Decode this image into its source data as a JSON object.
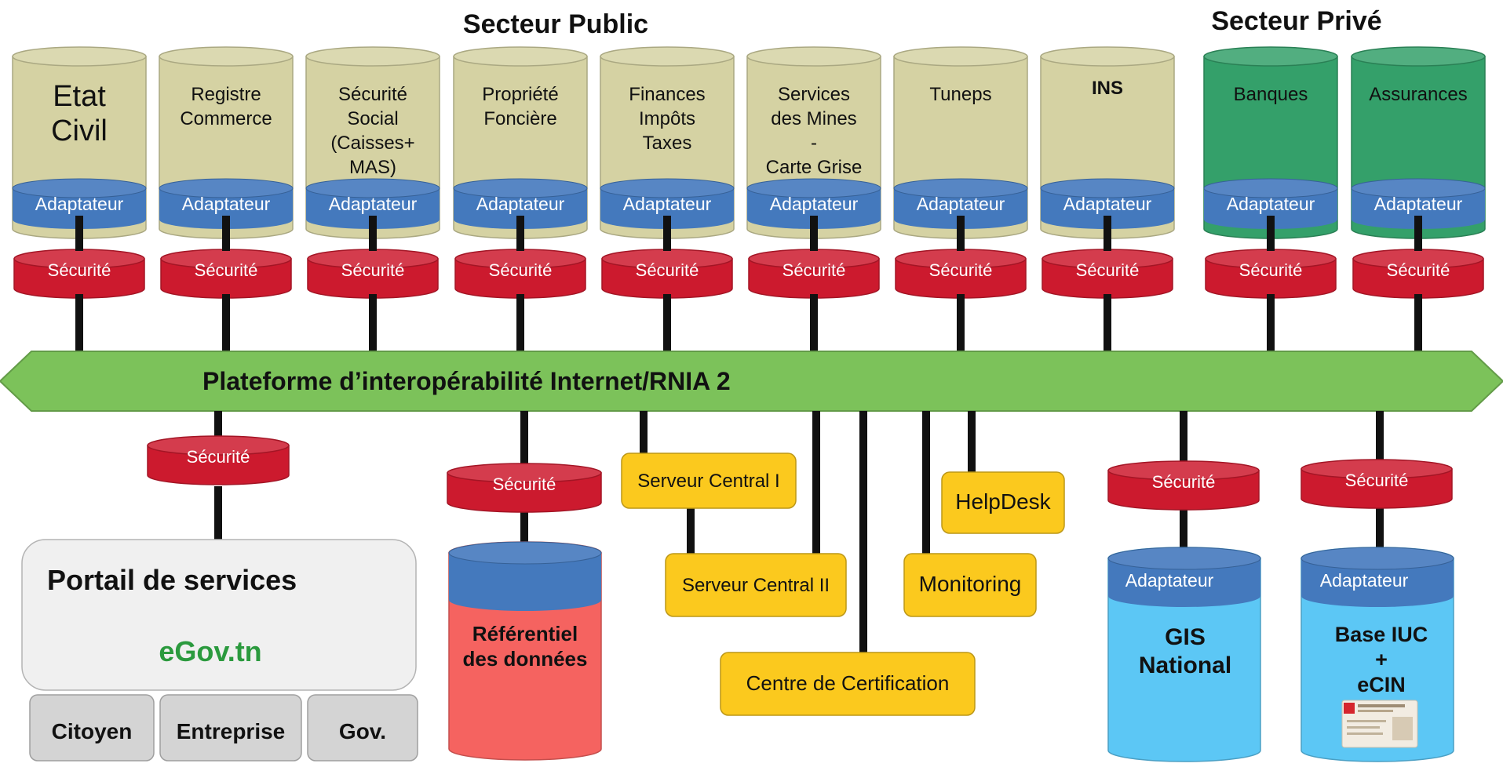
{
  "headers": {
    "public": "Secteur Public",
    "private": "Secteur Privé"
  },
  "colors": {
    "public_db": "#d5d2a3",
    "private_db": "#34a06a",
    "adapter": "#4479bd",
    "security": "#cc1a2e",
    "platform": "#7cc25a",
    "server_box": "#fbc91e",
    "referentiel": "#f56360",
    "light_blue_db": "#5cc7f5",
    "portal": "#f0f0f0",
    "egov_text": "#2b9a3e"
  },
  "top_databases": [
    {
      "id": "etat-civil",
      "lines": [
        "Etat",
        "Civil"
      ],
      "sector": "public",
      "adapter": "Adaptateur",
      "security": "Sécurité"
    },
    {
      "id": "registre-commerce",
      "lines": [
        "Registre",
        "Commerce"
      ],
      "sector": "public",
      "adapter": "Adaptateur",
      "security": "Sécurité"
    },
    {
      "id": "securite-social",
      "lines": [
        "Sécurité",
        "Social",
        "(Caisses+",
        "MAS)"
      ],
      "sector": "public",
      "adapter": "Adaptateur",
      "security": "Sécurité"
    },
    {
      "id": "propriete-fonciere",
      "lines": [
        "Propriété",
        "Foncière"
      ],
      "sector": "public",
      "adapter": "Adaptateur",
      "security": "Sécurité"
    },
    {
      "id": "finances",
      "lines": [
        "Finances",
        "Impôts",
        "Taxes"
      ],
      "sector": "public",
      "adapter": "Adaptateur",
      "security": "Sécurité"
    },
    {
      "id": "services-mines",
      "lines": [
        "Services",
        "des Mines",
        "-",
        "Carte Grise"
      ],
      "sector": "public",
      "adapter": "Adaptateur",
      "security": "Sécurité"
    },
    {
      "id": "tuneps",
      "lines": [
        "Tuneps"
      ],
      "sector": "public",
      "adapter": "Adaptateur",
      "security": "Sécurité"
    },
    {
      "id": "ins",
      "lines": [
        "INS"
      ],
      "sector": "public",
      "adapter": "Adaptateur",
      "security": "Sécurité"
    },
    {
      "id": "banques",
      "lines": [
        "Banques"
      ],
      "sector": "private",
      "adapter": "Adaptateur",
      "security": "Sécurité"
    },
    {
      "id": "assurances",
      "lines": [
        "Assurances"
      ],
      "sector": "private",
      "adapter": "Adaptateur",
      "security": "Sécurité"
    }
  ],
  "platform": {
    "label": "Plateforme d’interopérabilité Internet/RNIA 2"
  },
  "portal": {
    "security": "Sécurité",
    "title": "Portail de services",
    "site": "eGov.tn",
    "tabs": [
      "Citoyen",
      "Entreprise",
      "Gov."
    ]
  },
  "referentiel": {
    "security": "Sécurité",
    "lines": [
      "Référentiel",
      "des données"
    ]
  },
  "servers": {
    "central1": "Serveur Central I",
    "central2": "Serveur Central II",
    "certification": "Centre de Certification",
    "helpdesk": "HelpDesk",
    "monitoring": "Monitoring"
  },
  "gis": {
    "security": "Sécurité",
    "adapter": "Adaptateur",
    "lines": [
      "GIS",
      "National"
    ]
  },
  "base_iuc": {
    "security": "Sécurité",
    "adapter": "Adaptateur",
    "lines": [
      "Base IUC",
      "+",
      "eCIN"
    ]
  }
}
